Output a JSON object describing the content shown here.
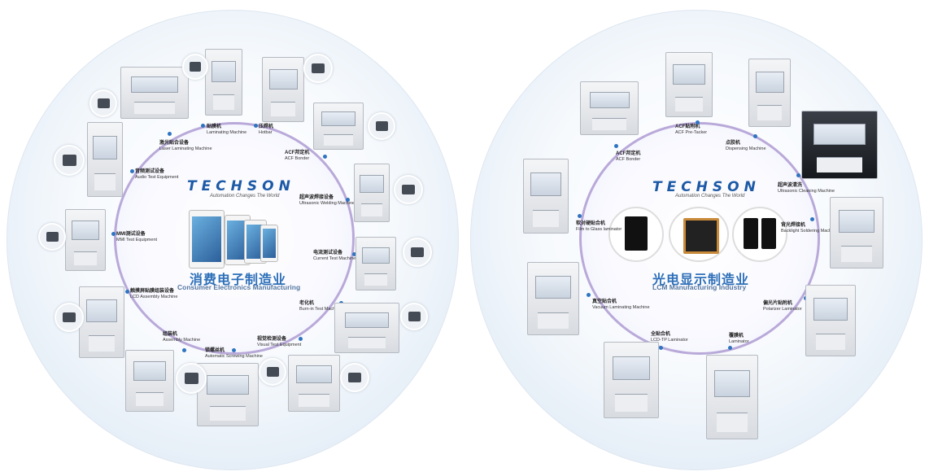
{
  "left": {
    "logo": "TECHSON",
    "slogan": "Automation Changes The World",
    "title_cn": "消费电子制造业",
    "title_en": "Consumer Electronics Manufacturing",
    "labels": {
      "laminating_cn": "贴膜机",
      "laminating_en": "Laminating Machine",
      "hotbar_cn": "压焊机",
      "hotbar_en": "Hotbar",
      "laser_cn": "激光贴合设备",
      "laser_en": "Laser Laminating Machine",
      "acf_cn": "ACF邦定机",
      "acf_en": "ACF Bonder",
      "audio_cn": "音频测试设备",
      "audio_en": "Audio Test Equipment",
      "ultra_cn": "超声波焊接设备",
      "ultra_en": "Ultrasonic Welding Machine",
      "mmi_cn": "MMI测试设备",
      "mmi_en": "MMI Test Equipment",
      "current_cn": "电流测试设备",
      "current_en": "Current Test Machine",
      "lcd_cn": "触摸屏贴膜组装设备",
      "lcd_en": "LCD Assembly Machine",
      "burnin_cn": "老化机",
      "burnin_en": "Burn-in Test Machine",
      "assembly_cn": "组装机",
      "assembly_en": "Assembly Machine",
      "visual_cn": "视觉检测设备",
      "visual_en": "Visual Test Equipment",
      "screw_cn": "锁螺丝机",
      "screw_en": "Automatic Screwing Machine"
    }
  },
  "right": {
    "logo": "TECHSON",
    "slogan": "Automation Changes The World",
    "title_cn": "光电显示制造业",
    "title_en": "LCM Manufacturing Industry",
    "labels": {
      "acfpre_cn": "ACF贴附机",
      "acfpre_en": "ACF Pre-Tacker",
      "acfb_cn": "ACF邦定机",
      "acfb_en": "ACF Bonder",
      "dispense_cn": "点胶机",
      "dispense_en": "Dispensing Machine",
      "clean_cn": "超声波清洗",
      "clean_en": "Ultrasonic Cleaning Machine",
      "ftg_cn": "软对硬贴合机",
      "ftg_en": "Film to Glass laminator",
      "backlight_cn": "背光焊接机",
      "backlight_en": "Backlight Soldering Machine",
      "vacuum_cn": "真空贴合机",
      "vacuum_en": "Vacuum Laminating Machine",
      "polarizer_cn": "偏光片贴附机",
      "polarizer_en": "Polarizer Laminator",
      "lcdtp_cn": "全贴合机",
      "lcdtp_en": "LCD-TP Laminator",
      "lam_cn": "覆膜机",
      "lam_en": "Laminator"
    }
  },
  "colors": {
    "accent": "#2d6fb8",
    "ring": "#b9a9d9",
    "dot": "#2f74c0"
  }
}
